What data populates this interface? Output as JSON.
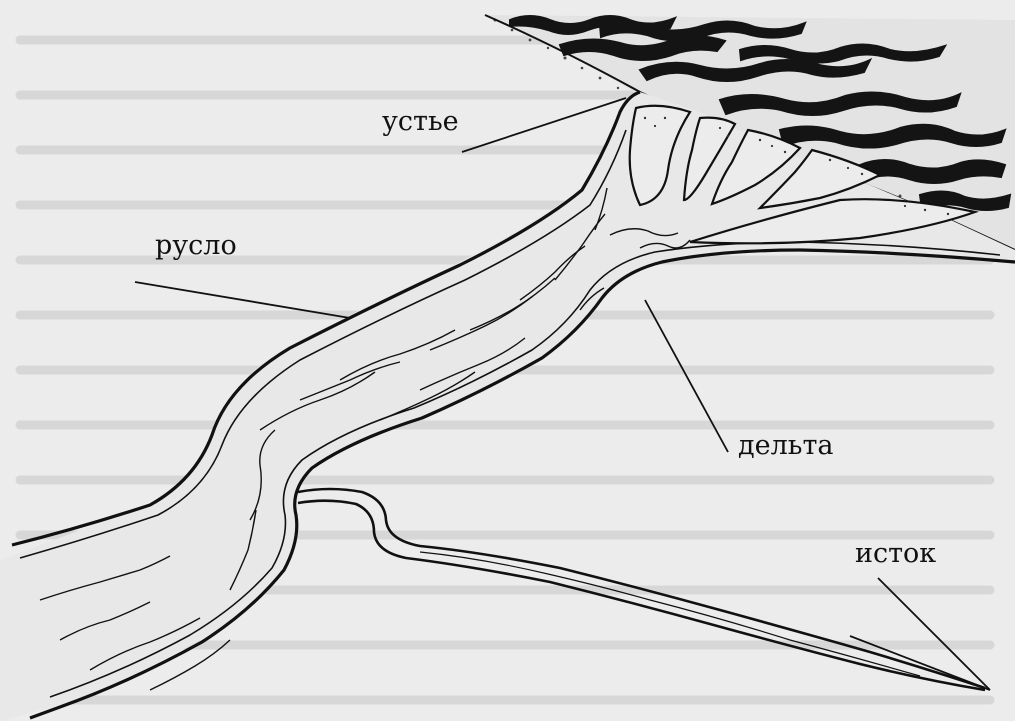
{
  "labels": {
    "mouth": "устье",
    "channel": "русло",
    "delta": "дельта",
    "source": "исток"
  },
  "colors": {
    "paper": "#ececec",
    "ink": "#111111",
    "sea_stripes": "#141414"
  }
}
